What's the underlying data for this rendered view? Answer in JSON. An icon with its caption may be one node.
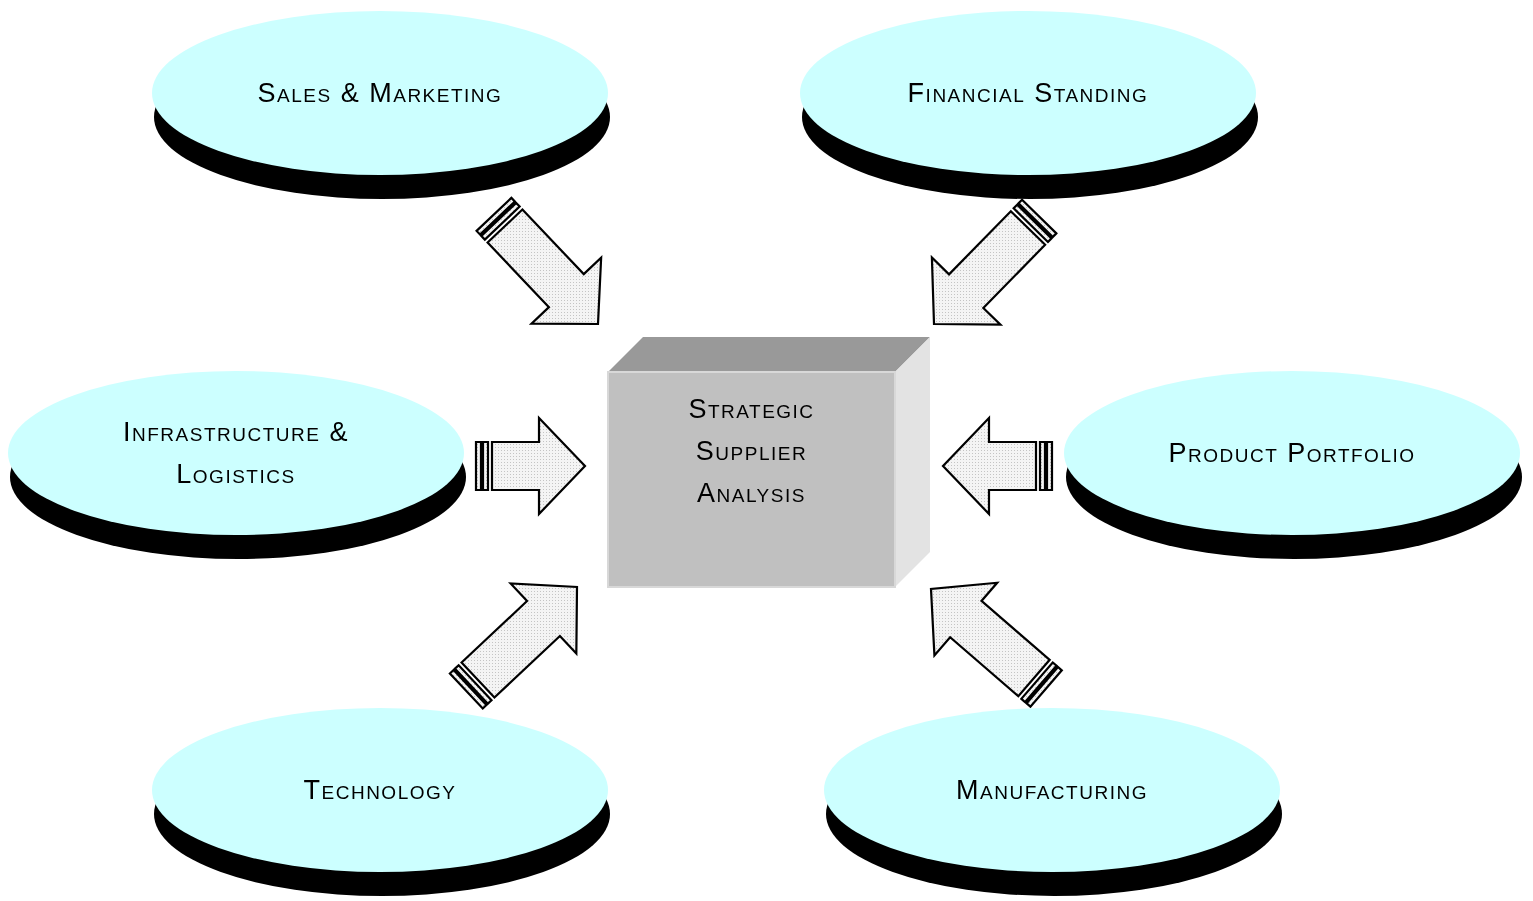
{
  "diagram": {
    "nodes": [
      {
        "text": [
          "Sales & Marketing"
        ]
      },
      {
        "text": [
          "Financial Standing"
        ]
      },
      {
        "text": [
          "Infrastructure & Logistics"
        ]
      },
      {
        "text": [
          "Strategic Supplier Analysis"
        ]
      },
      {
        "text": [
          "Product Portfolio"
        ]
      },
      {
        "text": [
          "Technology"
        ]
      },
      {
        "text": [
          "Manufacturing"
        ]
      }
    ],
    "edges": [
      {
        "from": 0,
        "to": 3,
        "arrow": "to"
      },
      {
        "from": 1,
        "to": 3,
        "arrow": "to"
      },
      {
        "from": 2,
        "to": 3,
        "arrow": "to"
      },
      {
        "from": 4,
        "to": 3,
        "arrow": "to"
      },
      {
        "from": 5,
        "to": 3,
        "arrow": "to"
      },
      {
        "from": 6,
        "to": 3,
        "arrow": "to"
      }
    ]
  }
}
